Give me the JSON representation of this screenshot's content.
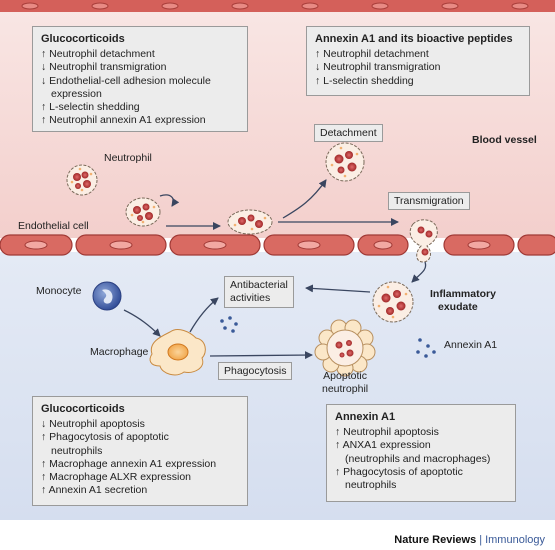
{
  "boxes": {
    "glucocorticoids_top": {
      "title": "Glucocorticoids",
      "lines": [
        "↑ Neutrophil detachment",
        "↓ Neutrophil  transmigration",
        "↓ Endothelial-cell adhesion molecule",
        "expression",
        "↑ L-selectin shedding",
        "↑ Neutrophil annexin A1 expression"
      ]
    },
    "annexin_top": {
      "title": "Annexin A1 and its bioactive peptides",
      "lines": [
        "↑ Neutrophil detachment",
        "↓ Neutrophil transmigration",
        "↑ L-selectin shedding"
      ]
    },
    "glucocorticoids_bottom": {
      "title": "Glucocorticoids",
      "lines": [
        "↓ Neutrophil apoptosis",
        "↑ Phagocytosis of apoptotic",
        "neutrophils",
        "↑ Macrophage annexin A1 expression",
        "↑ Macrophage ALXR expression",
        "↑ Annexin A1 secretion"
      ]
    },
    "annexin_bottom": {
      "title": "Annexin A1",
      "lines": [
        "↑ Neutrophil apoptosis",
        "↑ ANXA1 expression",
        "(neutrophils and macrophages)",
        "↑ Phagocytosis of apoptotic",
        "neutrophils"
      ]
    }
  },
  "labels": {
    "blood_vessel": "Blood vessel",
    "neutrophil": "Neutrophil",
    "endothelial_cell": "Endothelial cell",
    "detachment": "Detachment",
    "transmigration": "Transmigration",
    "monocyte": "Monocyte",
    "macrophage": "Macrophage",
    "antibacterial_1": "Antibacterial",
    "antibacterial_2": "activities",
    "phagocytosis": "Phagocytosis",
    "inflammatory_1": "Inflammatory",
    "inflammatory_2": "exudate",
    "annexin_a1": "Annexin A1",
    "apoptotic_1": "Apoptotic",
    "apoptotic_2": "neutrophil"
  },
  "footer": {
    "journal": "Nature Reviews",
    "separator": "|",
    "section": "Immunology"
  },
  "colors": {
    "vessel_pink": "#f6dad7",
    "tissue_blue": "#dde5f2",
    "endothelium": "#c94a4a",
    "neutrophil_nucleus": "#b03030",
    "macrophage": "#f0a040",
    "monocyte": "#4a69b0",
    "particles": "#3a5a98"
  }
}
